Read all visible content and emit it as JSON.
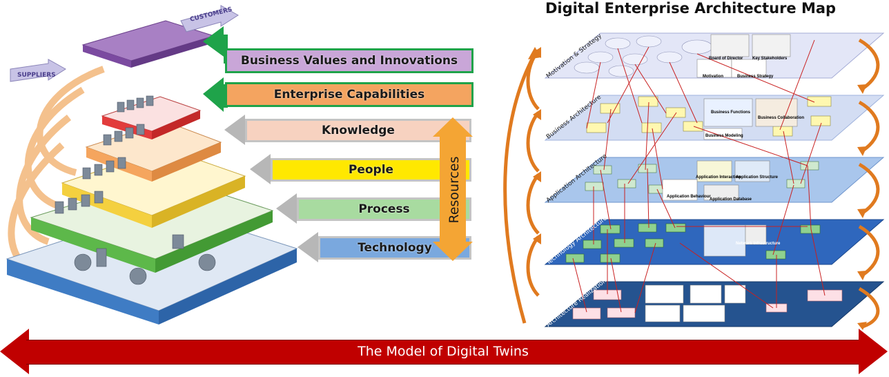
{
  "pyramid": {
    "suppliers_label": "SUPPLIERS",
    "customers_label": "CUSTOMERS"
  },
  "bands": {
    "business_values": "Business Values and Innovations",
    "enterprise_capabilities": "Enterprise Capabilities",
    "knowledge": "Knowledge",
    "people": "People",
    "process": "Process",
    "technology": "Technology",
    "resources": "Resources"
  },
  "map": {
    "title": "Digital Enterprise Architecture Map",
    "layers": [
      {
        "label": "Motivation & Strategy",
        "color": "#d6daf5"
      },
      {
        "label": "Business Architecture",
        "color": "#c9d6f2"
      },
      {
        "label": "Application Architecture",
        "color": "#9fc0ea"
      },
      {
        "label": "Technology Architecture",
        "color": "#2e64b8"
      },
      {
        "label": "Architecture Realization",
        "color": "#24528f"
      }
    ],
    "inset_labels": {
      "board": "Board of Director",
      "stakeholders": "Key Stakeholders",
      "motivation": "Motivation",
      "business_strategy": "Business Strategy",
      "business_functions": "Business Functions",
      "business_collaboration": "Business Collaboration",
      "business_modeling": "Business Modeling",
      "application_interaction": "Application Interaction",
      "application_structure": "Application Structure",
      "application_behaviour": "Application Behaviour",
      "application_database": "Application Database",
      "network_infrastructure": "Network Infrastructure"
    }
  },
  "footer": {
    "label": "The Model of Digital Twins"
  },
  "colors": {
    "green_band": "#1fa34a",
    "values_fill": "#c9a6d8",
    "capabilities_fill": "#f4a460",
    "knowledge_fill": "#f7d2c0",
    "people_fill": "#ffe800",
    "process_fill": "#a8dba0",
    "technology_fill": "#7aa8de",
    "resources": "#f4a534",
    "twin_arrow": "#c00000"
  }
}
